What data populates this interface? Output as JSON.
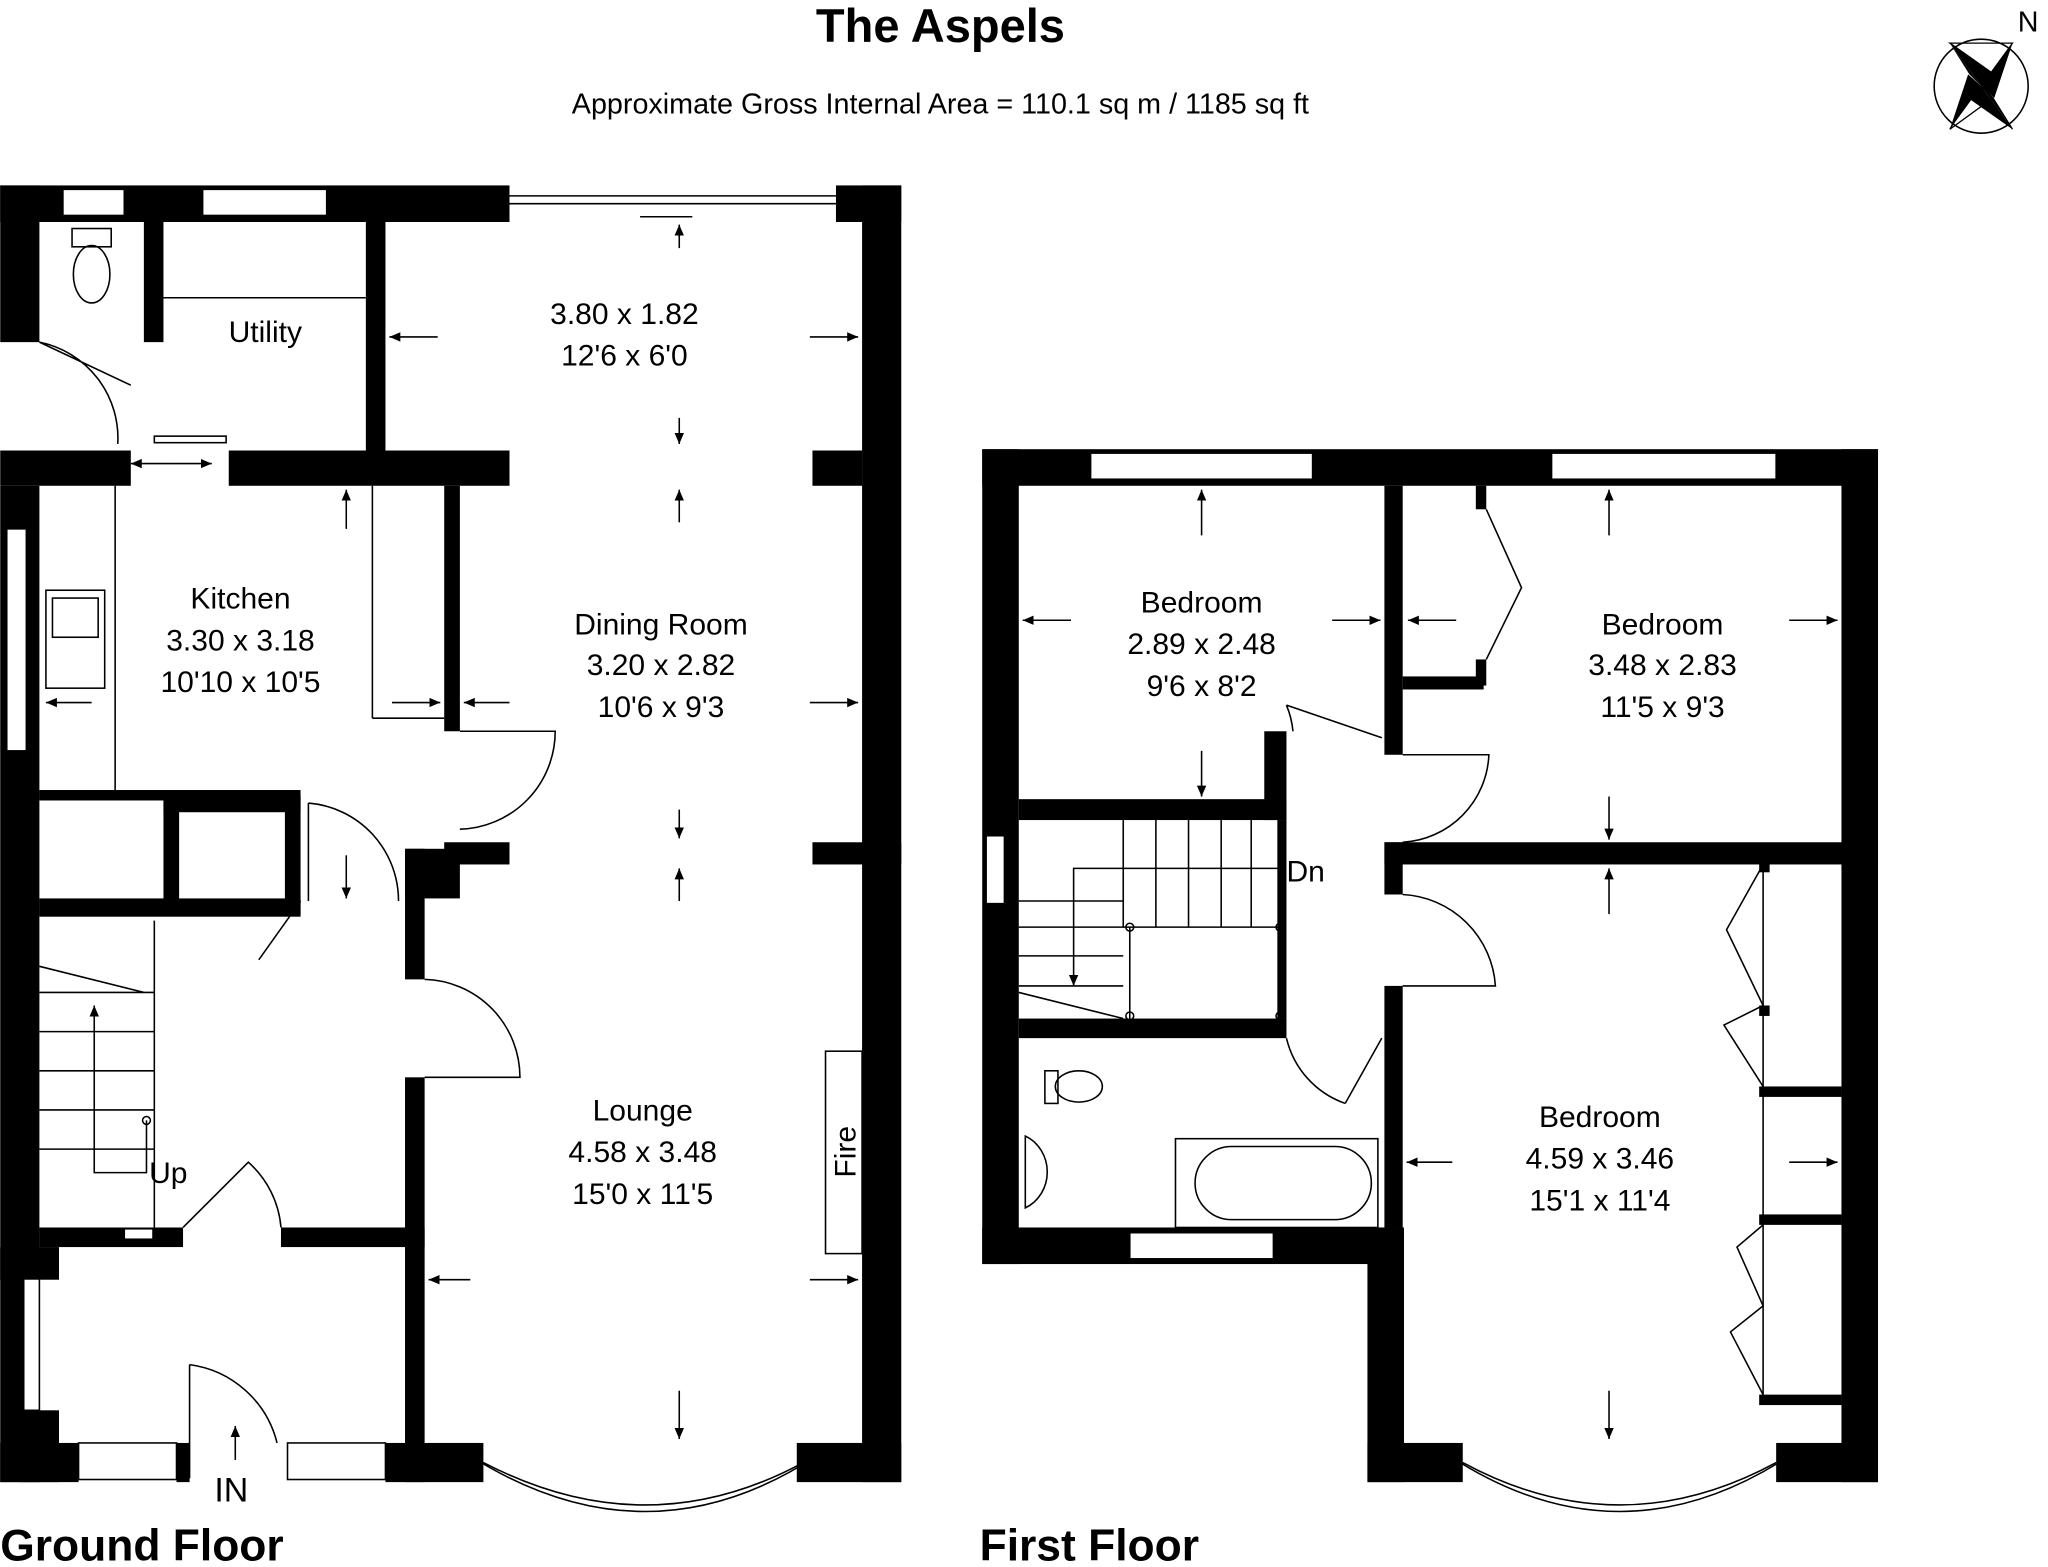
{
  "title": "The Aspels",
  "subtitle": "Approximate Gross Internal Area = 110.1 sq m / 1185 sq ft",
  "compass_label": "N",
  "ground_floor": {
    "label": "Ground Floor",
    "entrance_label": "IN",
    "stairs_label": "Up",
    "fire_label": "Fire",
    "rooms": [
      {
        "name": "",
        "metric": "3.80 x 1.82",
        "imperial": "12'6 x 6'0"
      },
      {
        "name": "Utility"
      },
      {
        "name": "Kitchen",
        "metric": "3.30 x 3.18",
        "imperial": "10'10 x 10'5"
      },
      {
        "name": "Dining Room",
        "metric": "3.20 x 2.82",
        "imperial": "10'6 x 9'3"
      },
      {
        "name": "Lounge",
        "metric": "4.58 x 3.48",
        "imperial": "15'0 x 11'5"
      }
    ]
  },
  "first_floor": {
    "label": "First Floor",
    "stairs_label": "Dn",
    "rooms": [
      {
        "name": "Bedroom",
        "metric": "2.89 x 2.48",
        "imperial": "9'6 x 8'2"
      },
      {
        "name": "Bedroom",
        "metric": "3.48 x 2.83",
        "imperial": "11'5 x 9'3"
      },
      {
        "name": "Bedroom",
        "metric": "4.59 x 3.46",
        "imperial": "15'1 x 11'4"
      }
    ]
  }
}
